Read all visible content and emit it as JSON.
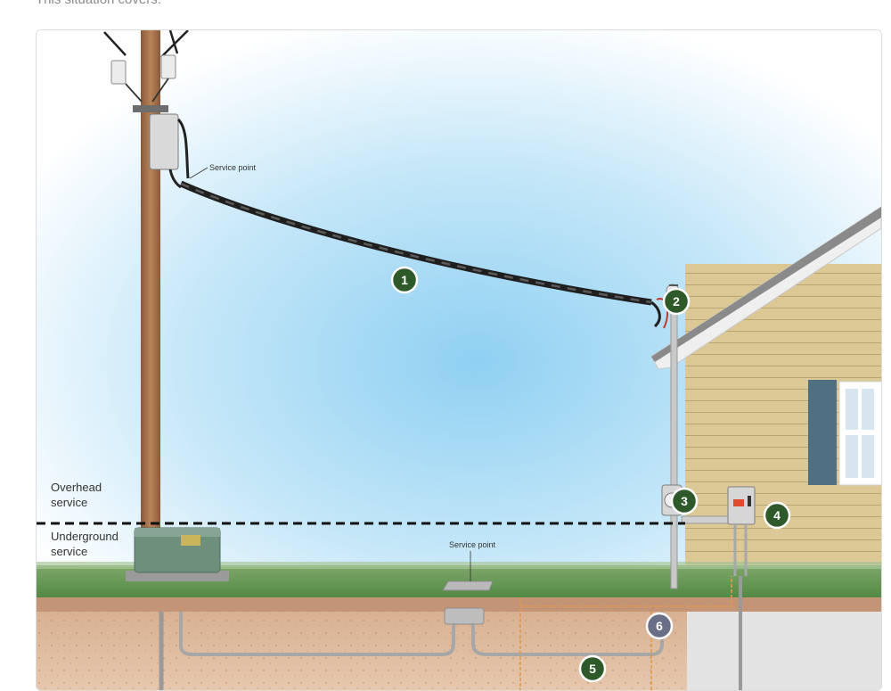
{
  "intro_text": "This situation covers:",
  "diagram": {
    "service_point_top_label": "Service point",
    "service_point_bottom_label": "Service point",
    "overhead_label": [
      "Overhead",
      "service"
    ],
    "underground_label": [
      "Underground",
      "service"
    ],
    "markers": [
      "1",
      "2",
      "3",
      "4",
      "5",
      "6"
    ]
  },
  "colors": {
    "marker_green": "#2e5a2a",
    "marker_gray": "#6b6f85",
    "pole": "#a9744f",
    "grass": "#5a8a45",
    "soil": "#d9b79b",
    "siding": "#dcc895",
    "shutter": "#4f6f82",
    "transformer": "#6f8f7d",
    "conduit_orange": "#e29a4a"
  }
}
